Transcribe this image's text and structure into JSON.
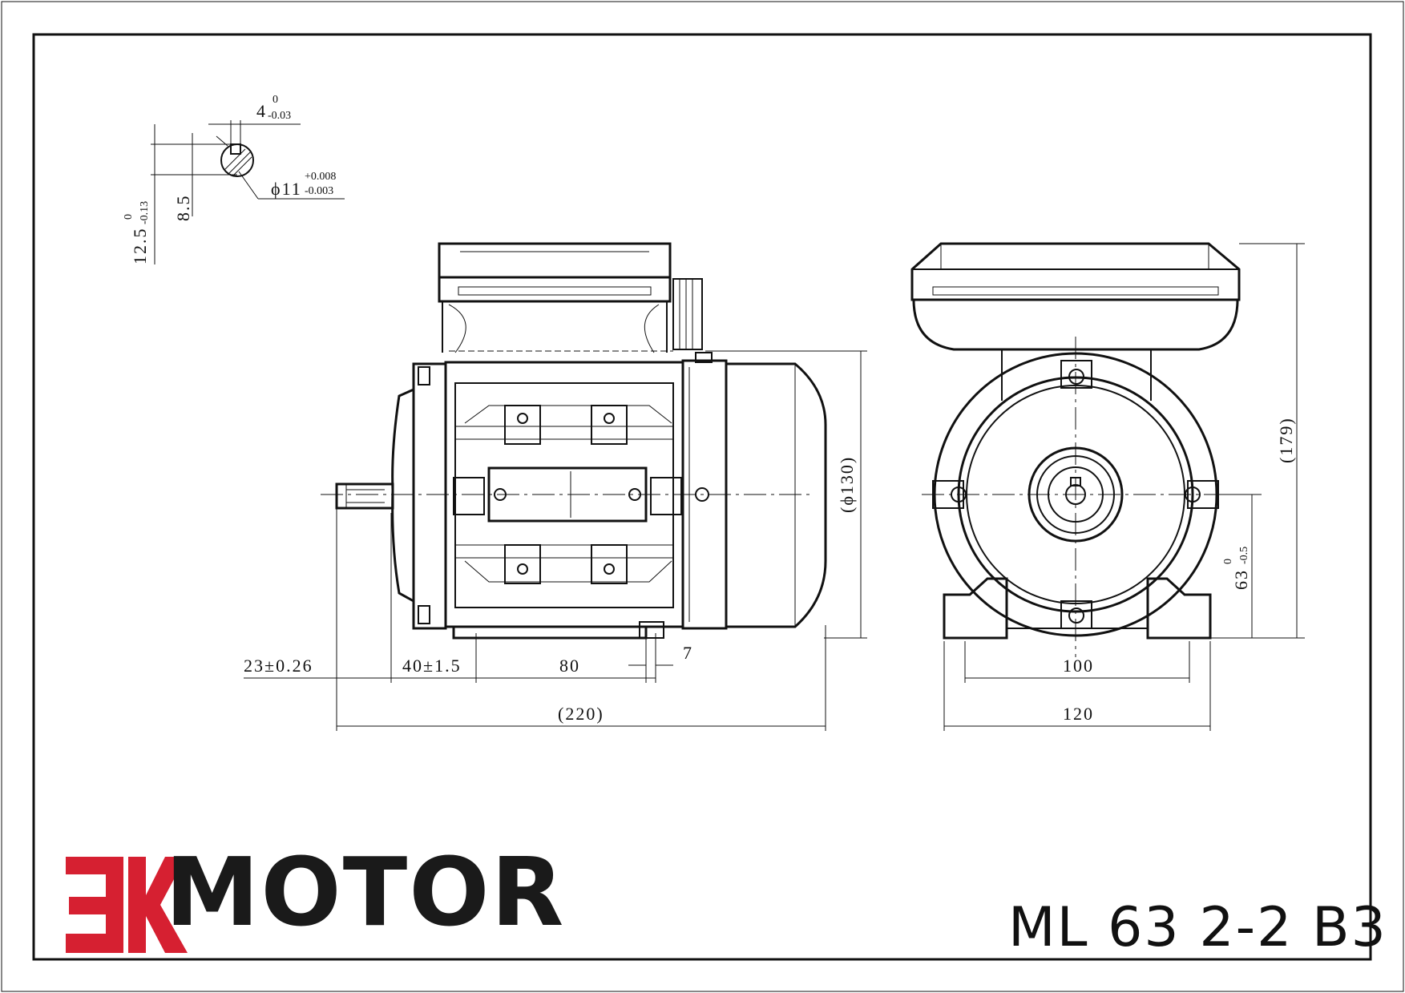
{
  "brand": {
    "logo_mark": "EK",
    "name": "MOTOR",
    "colors": {
      "mark": "#d62031",
      "text": "#1a1a1a"
    }
  },
  "model": "ML 63 2-2 B3",
  "key_detail": {
    "key_width": {
      "nominal": "4",
      "upper": "0",
      "lower": "-0.03"
    },
    "shaft_dia": {
      "nominal": "ϕ11",
      "upper": "+0.008",
      "lower": "-0.003"
    },
    "key_depth": "8.5",
    "shaft_height": {
      "nominal": "12.5",
      "upper": "0",
      "lower": "-0.13"
    }
  },
  "side_view": {
    "shaft_length": "23±0.26",
    "flange_offset": "40±1.5",
    "foot_spacing": "80",
    "foot_slot": "7",
    "total_length": "(220)",
    "diameter": "(ϕ130)"
  },
  "front_view": {
    "total_height": "(179)",
    "shaft_center_height": {
      "nominal": "63",
      "upper": "0",
      "lower": "-0.5"
    },
    "foot_hole_spacing": "100",
    "foot_width": "120"
  }
}
